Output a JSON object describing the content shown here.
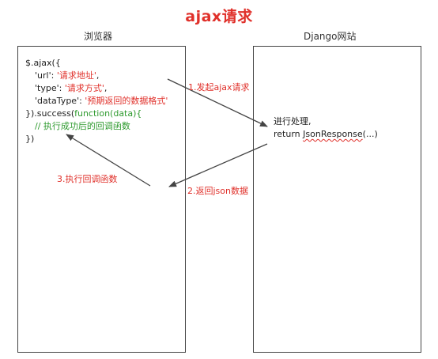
{
  "title": "ajax请求",
  "browser": {
    "label": "浏览器",
    "code": {
      "l1": "$.ajax({",
      "url_key": "'url': ",
      "url_val": "'请求地址'",
      "type_key": "'type': ",
      "type_val": "'请求方式'",
      "datatype_key": "'dataType': ",
      "datatype_val": "'预期返回的数据格式'",
      "comma": ",",
      "success_prefix": "}).success(",
      "success_fn": "function(data){",
      "comment": "// 执行成功后的回调函数",
      "close": "})"
    }
  },
  "server": {
    "label": "Django网站",
    "line1": "进行处理,",
    "return_kw": "return ",
    "return_fn": "JsonResponse",
    "return_args": "(...)"
  },
  "steps": {
    "s1": "1.发起ajax请求",
    "s2": "2.返回json数据",
    "s3": "3.执行回调函数"
  },
  "colors": {
    "accent_red": "#e0302a",
    "code_green": "#2e9a2e",
    "border": "#444444"
  }
}
